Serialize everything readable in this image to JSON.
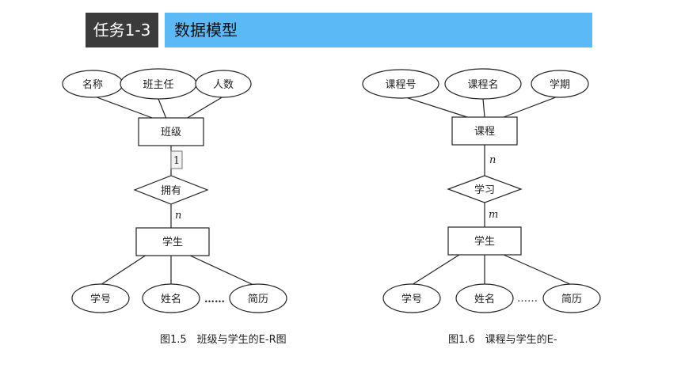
{
  "header": {
    "task_label": "任务1-3",
    "title": "数据模型"
  },
  "left_diagram": {
    "attributes_top": [
      "名称",
      "班主任",
      "人数"
    ],
    "entity_top": "班级",
    "card_top": "1",
    "relationship": "拥有",
    "card_bottom": "n",
    "entity_bottom": "学生",
    "attributes_bottom": [
      "学号",
      "姓名",
      "简历"
    ],
    "ellipsis": "……",
    "caption": "图1.5　班级与学生的E-R图"
  },
  "right_diagram": {
    "attributes_top": [
      "课程号",
      "课程名",
      "学期"
    ],
    "entity_top": "课程",
    "card_top": "n",
    "relationship": "学习",
    "card_bottom": "m",
    "entity_bottom": "学生",
    "attributes_bottom": [
      "学号",
      "姓名",
      "简历"
    ],
    "ellipsis": "……",
    "caption": "图1.6　课程与学生的E-"
  }
}
